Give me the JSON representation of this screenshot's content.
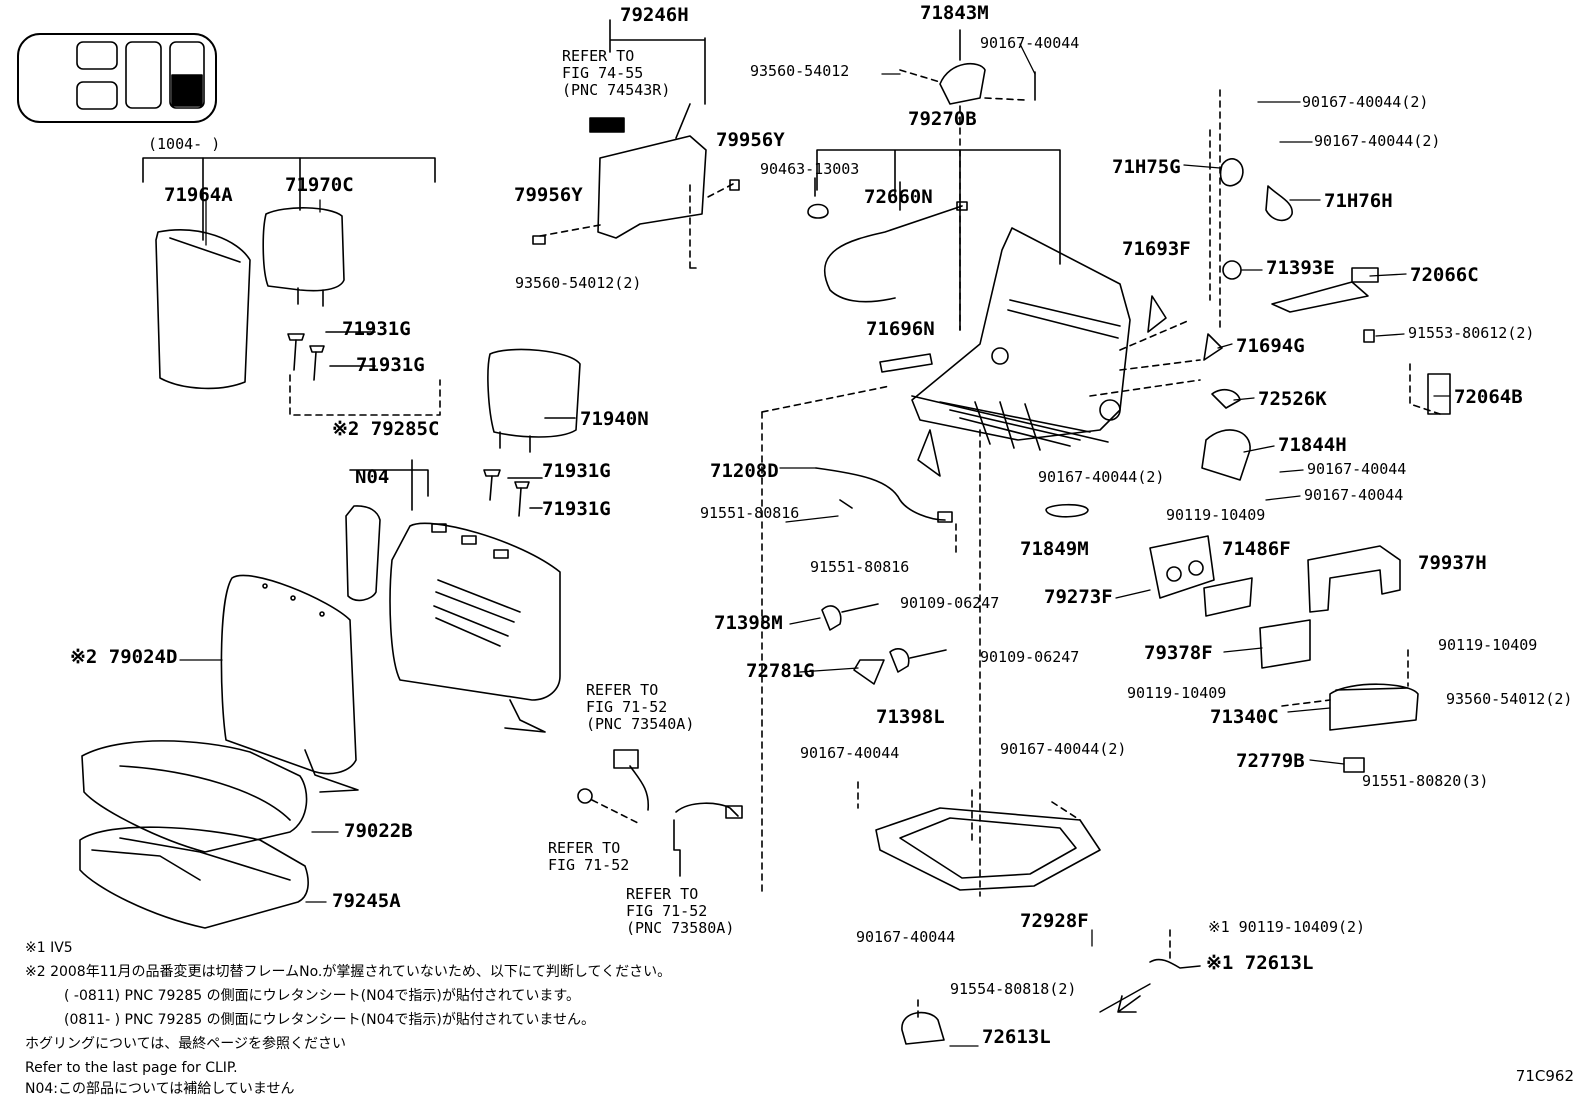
{
  "labels": {
    "p79246H": "79246H",
    "ref7455": "REFER TO\nFIG 74-55\n(PNC 74543R)",
    "p71843M": "71843M",
    "p93560_54012": "93560-54012",
    "p90167_40044_top": "90167-40044",
    "p79270B": "79270B",
    "p79956Y_r": "79956Y",
    "p79956Y_l": "79956Y",
    "p90463": "90463-13003",
    "p72660N": "72660N",
    "p93560_54012_2": "93560-54012(2)",
    "p90167_2a": "90167-40044(2)",
    "p90167_2b": "90167-40044(2)",
    "p71H75G": "71H75G",
    "p71H76H": "71H76H",
    "p71693F": "71693F",
    "p71393E": "71393E",
    "p72066C": "72066C",
    "p91553": "91553-80612(2)",
    "p71694G": "71694G",
    "p72064B": "72064B",
    "p72526K": "72526K",
    "p71844H": "71844H",
    "p90167_r1": "90167-40044",
    "p90167_r2": "90167-40044",
    "p90167_mid2": "90167-40044(2)",
    "p90119_a": "90119-10409",
    "p71849M": "71849M",
    "p71486F": "71486F",
    "p79273F": "79273F",
    "p79937H": "79937H",
    "p79378F": "79378F",
    "p90119_b": "90119-10409",
    "p90119_c": "90119-10409",
    "p93560_r": "93560-54012(2)",
    "p71340C": "71340C",
    "p72779B": "72779B",
    "p91551_80820": "91551-80820(3)",
    "p1004": "(1004-     )",
    "p71964A": "71964A",
    "p71970C": "71970C",
    "p71931G_1": "71931G",
    "p71931G_2": "71931G",
    "p71931G_3": "71931G",
    "p71931G_4": "71931G",
    "p71940N": "71940N",
    "p79285C": "※2 79285C",
    "pN04": "N04",
    "p79024D": "※2 79024D",
    "p79022B": "79022B",
    "p79245A": "79245A",
    "p71696N": "71696N",
    "p71208D": "71208D",
    "p91551_a": "91551-80816",
    "p91551_b": "91551-80816",
    "p71398M": "71398M",
    "p90109_a": "90109-06247",
    "p72781G": "72781G",
    "p90109_b": "90109-06247",
    "p71398L": "71398L",
    "ref7152a": "REFER TO\nFIG 71-52\n(PNC 73540A)",
    "ref7152b": "REFER TO\nFIG 71-52",
    "ref7152c": "REFER TO\nFIG 71-52\n(PNC 73580A)",
    "p90167_b1": "90167-40044",
    "p90167_b2": "90167-40044(2)",
    "p90167_b3": "90167-40044",
    "p72928F": "72928F",
    "p90119_d": "※1 90119-10409(2)",
    "p72613L_a": "※1 72613L",
    "p91554": "91554-80818(2)",
    "p72613L_b": "72613L"
  },
  "notes": {
    "n1": "※1 IV5",
    "n2": "※2 2008年11月の品番変更は切替フレームNo.が掌握されていないため、以下にて判断してください。",
    "n3": "(      -0811) PNC 79285 の側面にウレタンシート(N04で指示)が貼付されています。",
    "n4": "(0811-      ) PNC 79285 の側面にウレタンシート(N04で指示)が貼付されていません。",
    "n5": "ホグリングについては、最終ページを参照ください",
    "n6": "Refer to the last page for CLIP.",
    "n7": "N04:この部品については補給していません"
  },
  "figure_code": "71C962"
}
